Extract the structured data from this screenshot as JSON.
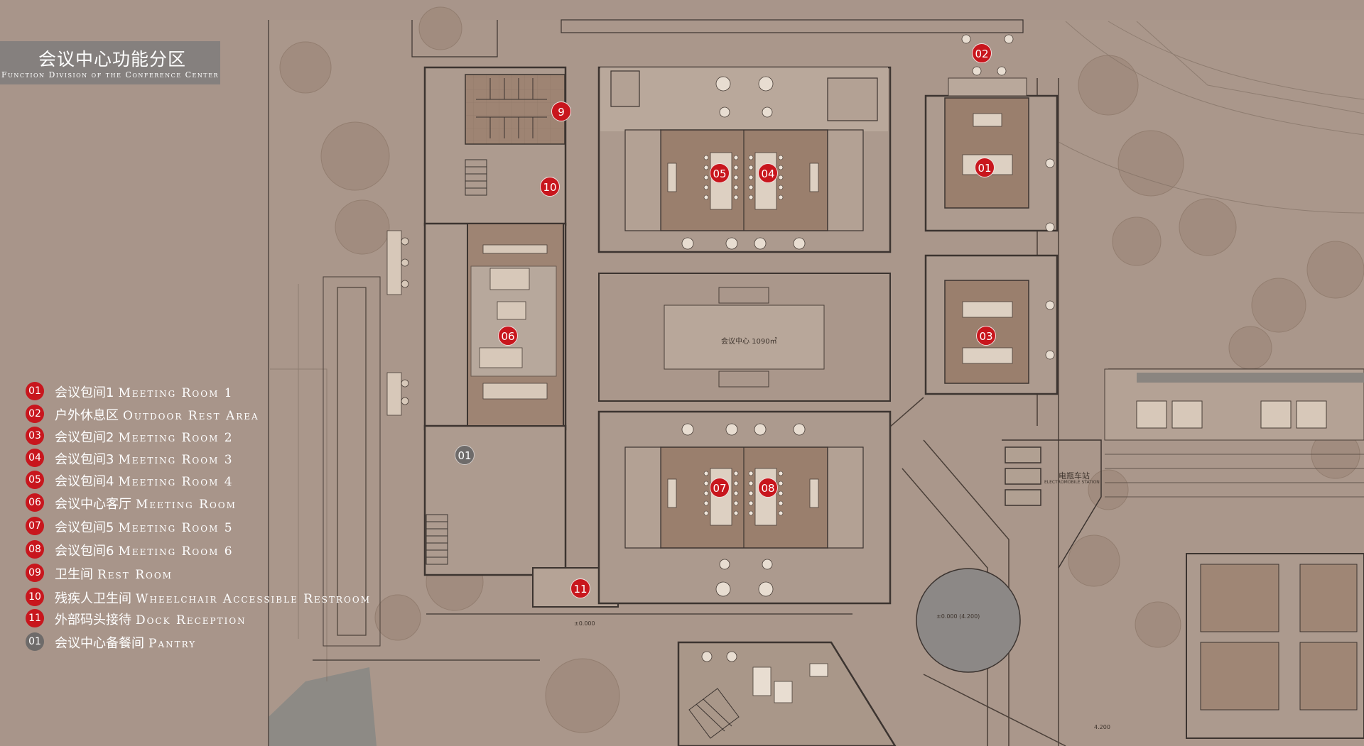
{
  "title": {
    "cn": "会议中心功能分区",
    "en": "Function Division of the Conference Center"
  },
  "legend": [
    {
      "num": "01",
      "cn": "会议包间1",
      "en": "Meeting Room 1",
      "color": "#c8161d"
    },
    {
      "num": "02",
      "cn": "户外休息区",
      "en": "Outdoor Rest Area",
      "color": "#c8161d"
    },
    {
      "num": "03",
      "cn": "会议包间2",
      "en": "Meeting Room 2",
      "color": "#c8161d"
    },
    {
      "num": "04",
      "cn": "会议包间3",
      "en": "Meeting Room 3",
      "color": "#c8161d"
    },
    {
      "num": "05",
      "cn": "会议包间4",
      "en": "Meeting Room 4",
      "color": "#c8161d"
    },
    {
      "num": "06",
      "cn": "会议中心客厅",
      "en": "Meeting Room",
      "color": "#c8161d"
    },
    {
      "num": "07",
      "cn": "会议包间5",
      "en": "Meeting Room 5",
      "color": "#c8161d"
    },
    {
      "num": "08",
      "cn": "会议包间6",
      "en": "Meeting Room 6",
      "color": "#c8161d"
    },
    {
      "num": "09",
      "cn": "卫生间",
      "en": "Rest Room",
      "color": "#c8161d"
    },
    {
      "num": "10",
      "cn": "残疾人卫生间",
      "en": "Wheelchair Accessible Restroom",
      "color": "#c8161d"
    },
    {
      "num": "11",
      "cn": "外部码头接待",
      "en": "Dock Reception",
      "color": "#c8161d"
    },
    {
      "num": "01",
      "cn": "会议中心备餐间",
      "en": "Pantry",
      "color": "#6e6b6a"
    }
  ],
  "markers": {
    "m01": "01",
    "m02": "02",
    "m03": "03",
    "m04": "04",
    "m05": "05",
    "m06": "06",
    "m07": "07",
    "m08": "08",
    "m09": "9",
    "m10": "10",
    "m11": "11",
    "pantry": "01"
  },
  "plan_labels": {
    "center": "会议中心 1090㎡",
    "station_cn": "电瓶车站",
    "station_en": "ELECTROMOBILE STATION",
    "level_1": "±0.000",
    "level_2": "±0.000 (4.200)",
    "level_3": "4.200"
  },
  "colors": {
    "background": "#a8958a",
    "room_fill": "#9c8270",
    "wall": "#3c3430",
    "accent_red": "#c8161d",
    "pantry_grey": "#6e6b6a"
  }
}
